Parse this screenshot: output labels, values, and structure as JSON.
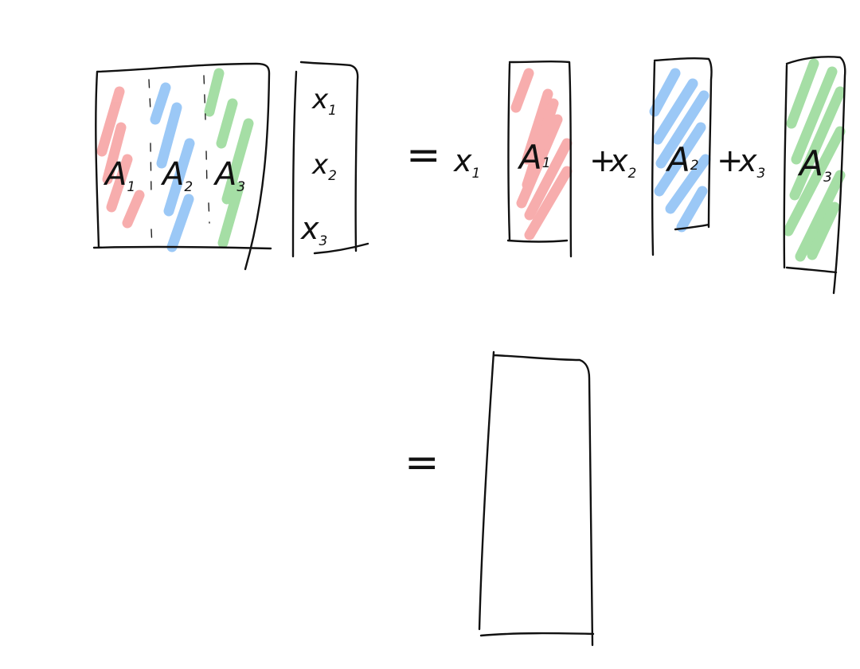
{
  "colors": {
    "column_1": "#f26b6b",
    "column_2": "#4a9cf0",
    "column_3": "#5cc45c",
    "ink": "#111111",
    "background": "#ffffff"
  },
  "matrix": {
    "columns": [
      {
        "letter": "A",
        "subscript": "1"
      },
      {
        "letter": "A",
        "subscript": "2"
      },
      {
        "letter": "A",
        "subscript": "3"
      }
    ]
  },
  "vector": {
    "entries": [
      {
        "letter": "x",
        "subscript": "1"
      },
      {
        "letter": "x",
        "subscript": "2"
      },
      {
        "letter": "x",
        "subscript": "3"
      }
    ]
  },
  "expansion": {
    "equals": "=",
    "plus": "+",
    "terms": [
      {
        "coef_letter": "x",
        "coef_subscript": "1",
        "col_letter": "A",
        "col_subscript": "1"
      },
      {
        "coef_letter": "x",
        "coef_subscript": "2",
        "col_letter": "A",
        "col_subscript": "2"
      },
      {
        "coef_letter": "x",
        "coef_subscript": "3",
        "col_letter": "A",
        "col_subscript": "3"
      }
    ]
  },
  "result": {
    "equals": "="
  }
}
